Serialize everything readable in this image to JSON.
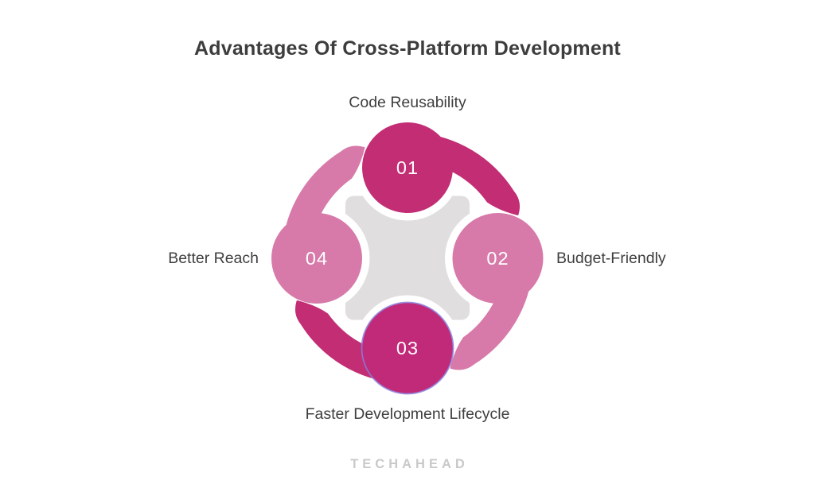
{
  "title": "Advantages Of Cross-Platform Development",
  "diagram": {
    "items": [
      {
        "number": "01",
        "label": "Code Reusability",
        "position": "top",
        "fill": "#c22d74"
      },
      {
        "number": "02",
        "label": "Budget-Friendly",
        "position": "right",
        "fill": "#d77aa9"
      },
      {
        "number": "03",
        "label": "Faster Development Lifecycle",
        "position": "bottom",
        "fill": "#c12a78"
      },
      {
        "number": "04",
        "label": "Better Reach",
        "position": "left",
        "fill": "#d77aa9"
      }
    ],
    "arcs": [
      {
        "from": "01",
        "to": "02",
        "fill": "#c22d74"
      },
      {
        "from": "02",
        "to": "03",
        "fill": "#d77aa9"
      },
      {
        "from": "03",
        "to": "04",
        "fill": "#c22d74"
      },
      {
        "from": "04",
        "to": "01",
        "fill": "#d77aa9"
      }
    ],
    "center_color": "#e0dede",
    "circle03_ring_color": "#8a7ad8",
    "number_text_color": "#ffffff"
  },
  "footer": {
    "brand": "TECHAHEAD"
  },
  "colors": {
    "background": "#ffffff",
    "title_text": "#3d3d3d",
    "label_text": "#3f3f3f",
    "logo_text": "#c9c9c9"
  }
}
